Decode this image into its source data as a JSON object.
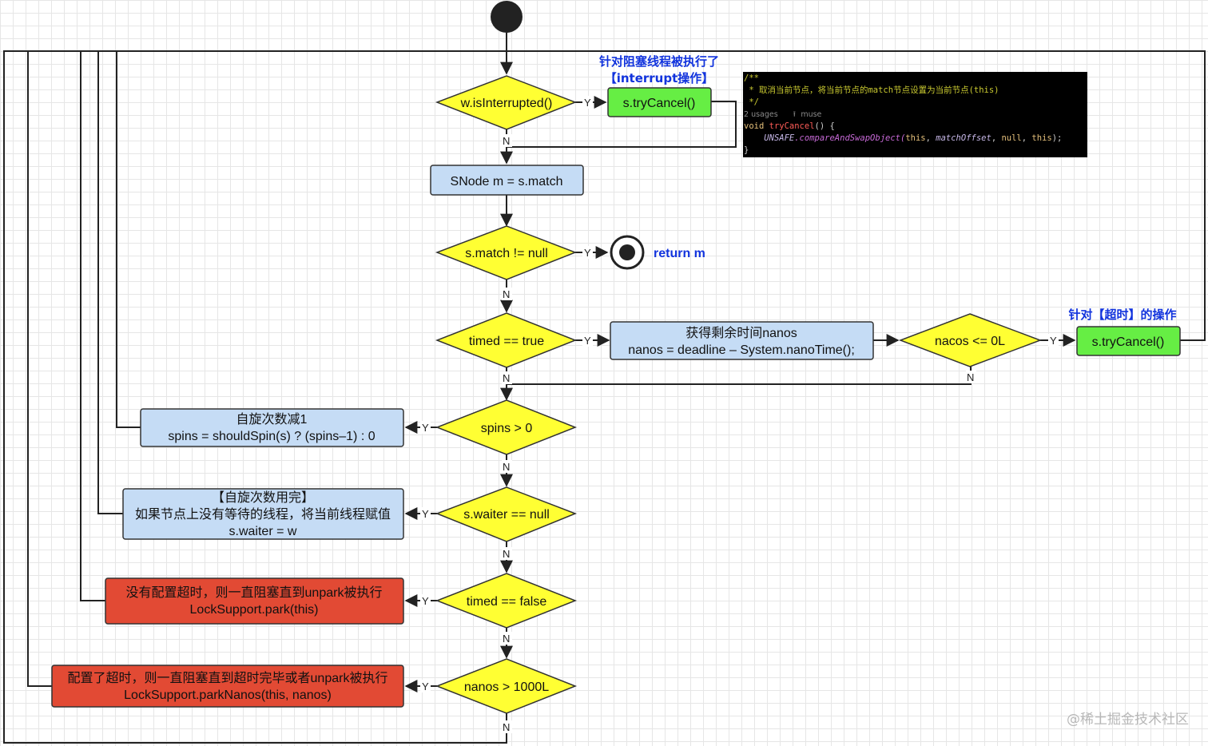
{
  "nodes": {
    "w_interrupted": "w.isInterrupted()",
    "try_cancel_1": "s.tryCancel()",
    "snode_match": "SNode m = s.match",
    "match_not_null": "s.match != null",
    "return_m": "return m",
    "timed_true": "timed == true",
    "remaining_title": "获得剩余时间nanos",
    "remaining_code": "nanos = deadline – System.nanoTime();",
    "nacos_check": "nacos <= 0L",
    "try_cancel_2": "s.tryCancel()",
    "spins_check": "spins > 0",
    "spin_dec_title": "自旋次数减1",
    "spin_dec_code": "spins = shouldSpin(s) ? (spins–1) : 0",
    "waiter_null": "s.waiter == null",
    "spin_done_title": "【自旋次数用完】",
    "spin_done_desc": "如果节点上没有等待的线程，将当前线程赋值",
    "spin_done_code": "s.waiter = w",
    "timed_false": "timed == false",
    "park_desc": "没有配置超时，则一直阻塞直到unpark被执行",
    "park_code": "LockSupport.park(this)",
    "nanos_check": "nanos > 1000L",
    "park_nanos_desc": "配置了超时，则一直阻塞直到超时完毕或者unpark被执行",
    "park_nanos_code": "LockSupport.parkNanos(this, nanos)"
  },
  "notes": {
    "interrupt_line1": "针对阻塞线程被执行了",
    "interrupt_line2": "【interrupt操作】",
    "timeout": "针对【超时】的操作"
  },
  "branch": {
    "yes": "Y",
    "no": "N"
  },
  "code_panel": {
    "line1": "/**",
    "line2": " * 取消当前节点，将当前节点的match节点设置为当前节点(this)",
    "line3": " */",
    "usages": "2 usages",
    "author": "muse",
    "void": "void",
    "method": "tryCancel",
    "sig_tail": "() {",
    "unsafe": "UNSAFE",
    "call": ".compareAndSwapObject(",
    "this1": "this",
    "sep1": ", ",
    "offset": "matchOffset",
    "sep2": ", ",
    "nul": "null",
    "sep3": ", ",
    "this2": "this",
    "close": ");",
    "brace": "}"
  },
  "watermark": "@稀土掘金技术社区",
  "colors": {
    "decision": "#ffff33",
    "process": "#c5dcf5",
    "action": "#66ee44",
    "blocking": "#e24a34",
    "note": "#1133dd"
  }
}
